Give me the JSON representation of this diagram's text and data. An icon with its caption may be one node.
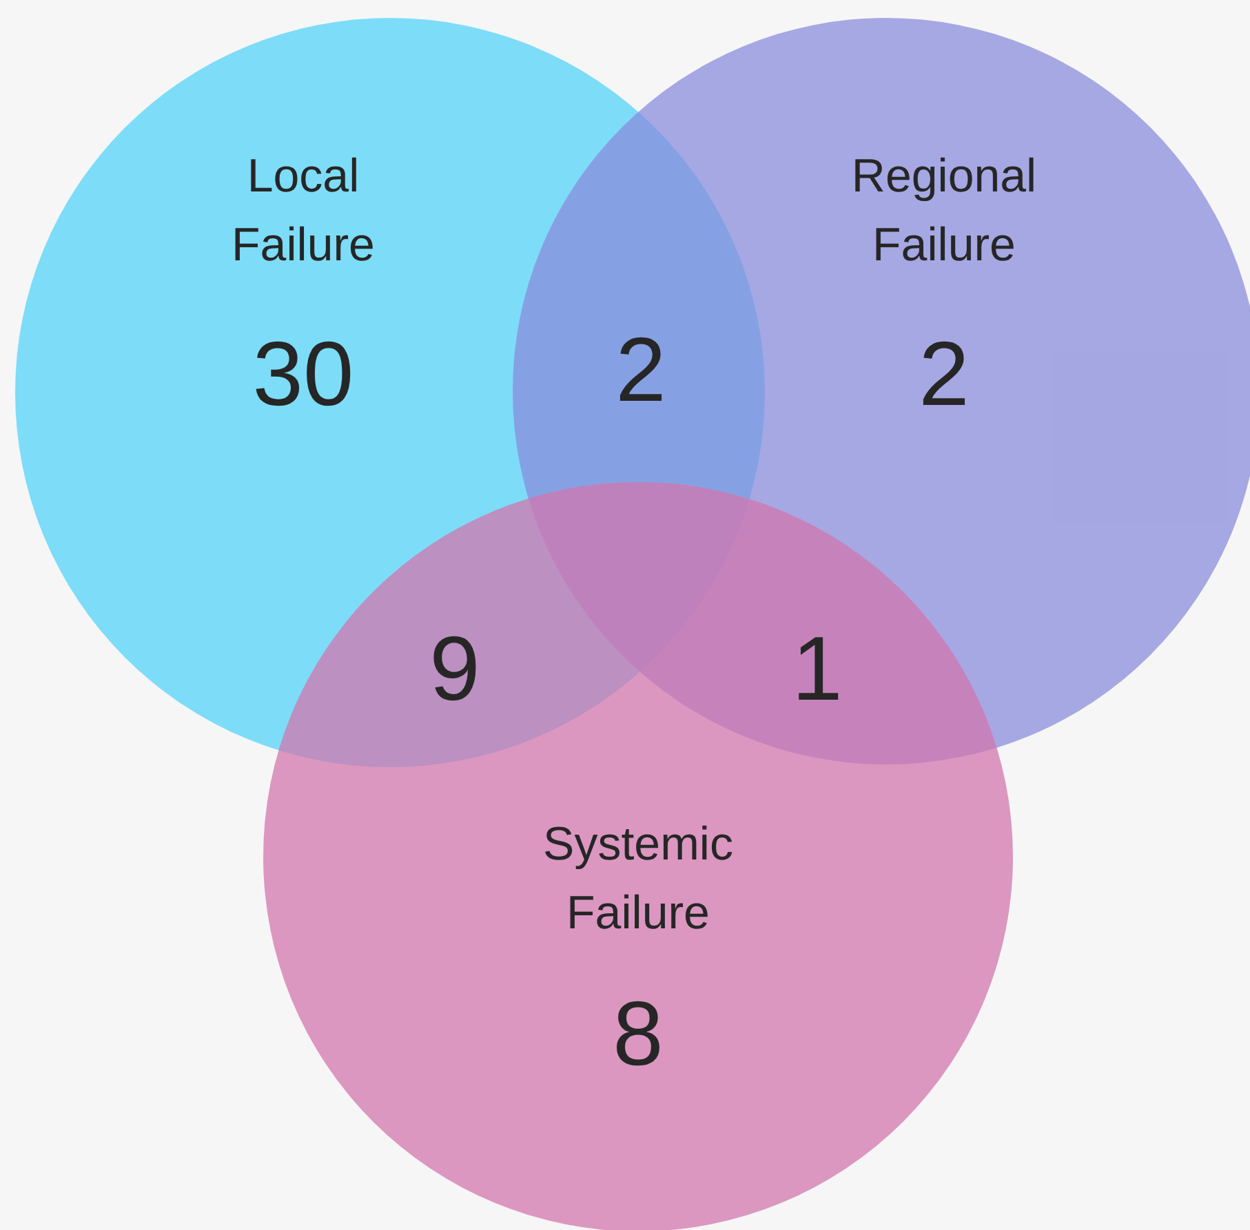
{
  "diagram": {
    "nodes": [
      {
        "text": [
          "Local Failure",
          "30"
        ]
      },
      {
        "text": [
          "Regional Failure",
          "2"
        ]
      },
      {
        "text": [
          "Systemic Failure",
          "8"
        ]
      }
    ],
    "labels": [
      "2",
      "9",
      "1"
    ]
  }
}
